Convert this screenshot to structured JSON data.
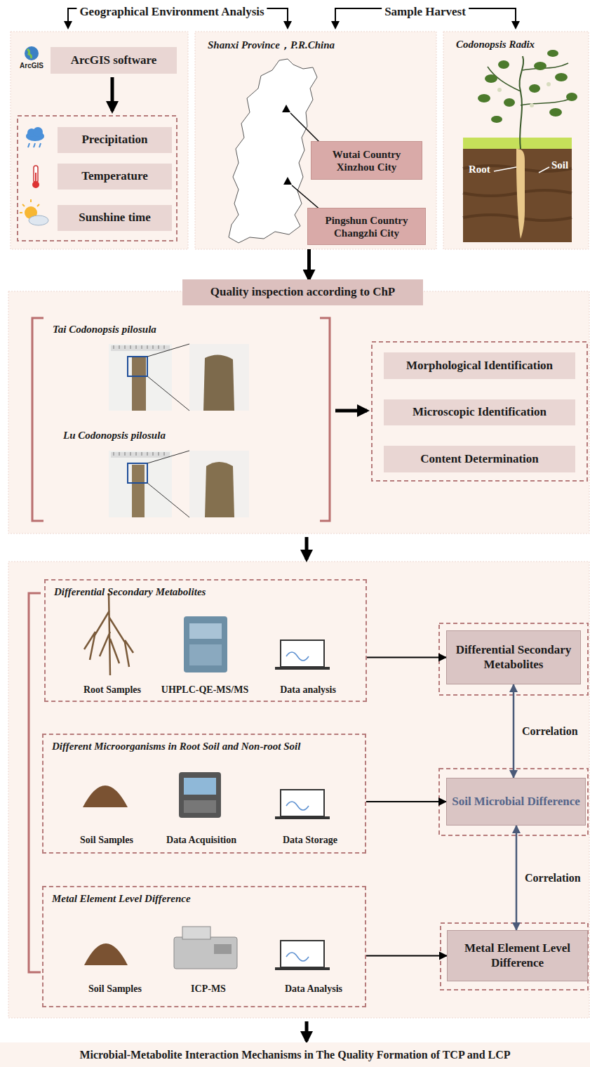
{
  "diagram": {
    "nodes": [
      {
        "text": [
          "ArcGIS software"
        ]
      },
      {
        "text": [
          "Precipitation"
        ]
      },
      {
        "text": [
          "Temperature"
        ]
      },
      {
        "text": [
          "Sunshine time"
        ]
      },
      {
        "text": [
          "Shanxi Province，P.R.China"
        ]
      },
      {
        "text": [
          "Wutai Country Xinzhou City"
        ],
        "in": 4
      },
      {
        "text": [
          "Pingshun Country Changzhi City"
        ],
        "in": 4
      },
      {
        "text": [
          "Codonopsis Radix",
          "Root",
          "Soil"
        ]
      },
      {
        "text": [
          "Quality inspection according to ChP"
        ]
      },
      {
        "text": [
          "Morphological Identification"
        ]
      },
      {
        "text": [
          "Microscopic Identification"
        ]
      },
      {
        "text": [
          "Content Determination"
        ]
      },
      {
        "text": [
          "Differential Secondary Metabolites",
          "Root Samples",
          "UHPLC-QE-MS/MS",
          "Data analysis"
        ]
      },
      {
        "text": [
          "Differential Secondary Metabolites"
        ]
      },
      {
        "text": [
          "Different Microorganisms in Root Soil and Non-root Soil",
          "Soil Samples",
          "Data Acquisition",
          "Data Storage"
        ]
      },
      {
        "text": [
          "Soil Microbial Difference"
        ]
      },
      {
        "text": [
          "Metal Element Level Difference",
          "Soil Samples",
          "ICP-MS",
          "Data Analysis"
        ]
      },
      {
        "text": [
          "Metal Element Level Difference"
        ]
      },
      {
        "text": [
          "Microbial-Metabolite Interaction Mechanisms in The Quality Formation of TCP and LCP"
        ]
      }
    ],
    "edges": [
      {
        "from": 4,
        "to": 8,
        "arrow": "to"
      },
      {
        "from": 12,
        "to": 13,
        "arrow": "to"
      },
      {
        "from": 14,
        "to": 15,
        "arrow": "to"
      },
      {
        "from": 16,
        "to": 17,
        "arrow": "to"
      },
      {
        "from": 13,
        "to": 15,
        "label": "Correlation",
        "arrow": "both"
      },
      {
        "from": 15,
        "to": 17,
        "label": "Correlation",
        "arrow": "both"
      }
    ],
    "labels": [
      "Geographical Environment Analysis",
      "Sample Harvest",
      "ArcGIS",
      "Tai Codonopsis pilosula",
      "Lu Codonopsis pilosula"
    ]
  }
}
